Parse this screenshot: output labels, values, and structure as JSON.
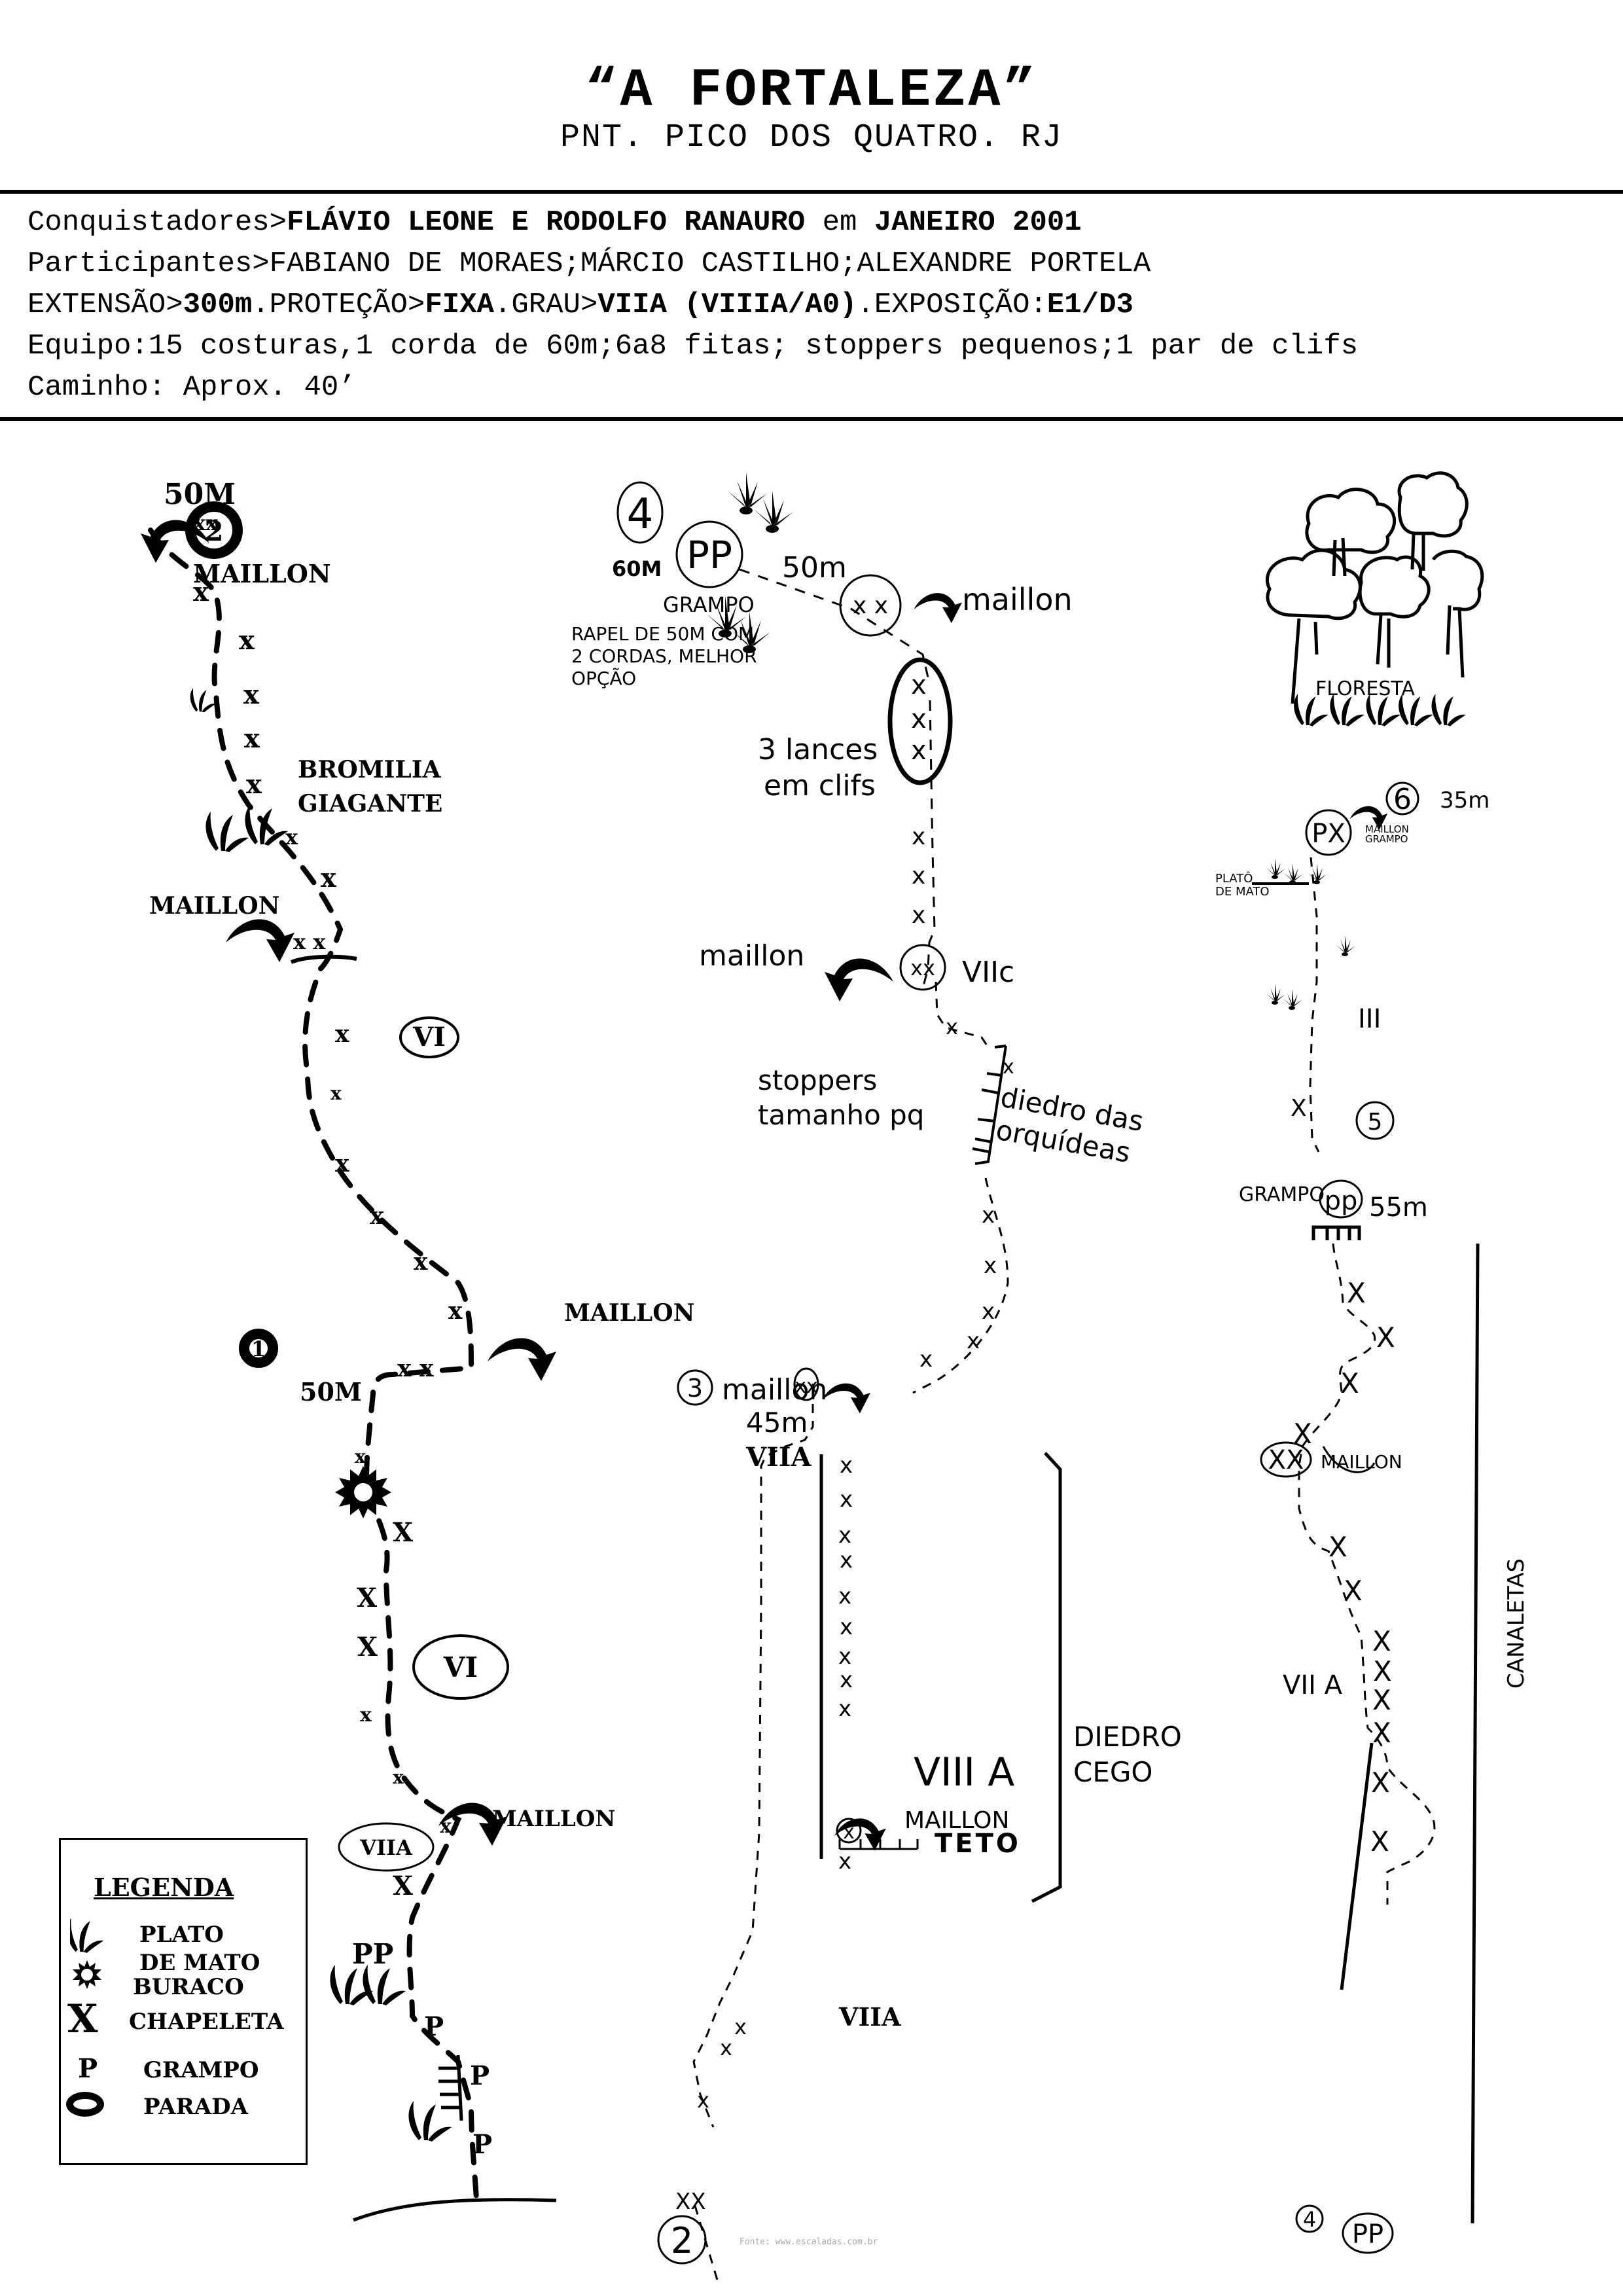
{
  "header": {
    "title": "“A FORTALEZA”",
    "subtitle": "PNT. PICO DOS QUATRO. RJ"
  },
  "info": {
    "conquistadores_label": "Conquistadores>",
    "conquistadores_value": "FLÁVIO LEONE E RODOLFO RANAURO",
    "conquistadores_em": " em ",
    "conquistadores_date": "JANEIRO 2001",
    "participantes_label": "Participantes>",
    "participantes_value": "FABIANO DE MORAES;MÁRCIO CASTILHO;ALEXANDRE PORTELA",
    "extensao_label": "EXTENSÃO>",
    "extensao_value": "300m",
    "protecao_label": ".PROTEÇÃO>",
    "protecao_value": "FIXA",
    "grau_label": ".GRAU>",
    "grau_value": "VIIA",
    "grau_extra": " (VIIIA/A0)",
    "exposicao_label": ".EXPOSIÇÃO:",
    "exposicao_value": "E1/D3",
    "equipo": "Equipo:15 costuras,1 corda de 60m;6a8 fitas; stoppers pequenos;1 par de clifs",
    "caminho": "Caminho: Aprox. 40’"
  },
  "column1": {
    "top_length": "50M",
    "stop2_number": "2",
    "maillon_top": "MAILLON",
    "bromelia_line1": "BROMILIA",
    "bromelia_line2": "GIAGANTE",
    "maillon_mid": "MAILLON",
    "grade_upper": "VI",
    "maillon_stop1": "MAILLON",
    "stop1_number": "1",
    "stop1_length": "50M",
    "grade_lower": "VI",
    "grade_viia": "VIIA",
    "maillon_low": "MAILLON",
    "pp_label": "PP",
    "p_labels": [
      "P",
      "P",
      "P"
    ]
  },
  "legend": {
    "title": "LEGENDA",
    "items": [
      {
        "icon": "plant-icon",
        "label_line1": "PLATO",
        "label_line2": "DE MATO"
      },
      {
        "icon": "hole-icon",
        "label_line1": "BURACO"
      },
      {
        "icon": "bolt-x-icon",
        "label_line1": "CHAPELETA"
      },
      {
        "icon": "p-icon",
        "symbol": "P",
        "label_line1": "GRAMPO"
      },
      {
        "icon": "ring-icon",
        "label_line1": "PARADA"
      }
    ]
  },
  "column2": {
    "stop4_number": "4",
    "stop4_length": "60M",
    "pp_label": "PP",
    "grampo": "GRAMPO",
    "rappel_note": [
      "RAPEL DE 50M COM",
      "2 CORDAS, MELHOR",
      "OPÇÃO"
    ],
    "top_length": "50m",
    "maillon_top": "maillon",
    "clifs_line1": "3 lances",
    "clifs_line2": "em clifs",
    "maillon_mid": "maillon",
    "grade_viic": "VIIc",
    "stoppers_line1": "stoppers",
    "stoppers_line2": "tamanho pq",
    "diedro_line1": "diedro das",
    "diedro_line2": "orquídeas",
    "stop3_number": "3",
    "stop3_maillon": "maillon",
    "stop3_length": "45m",
    "grade_viia_top": "VIIA",
    "grade_viiia": "VIII A",
    "diedro_cego_line1": "DIEDRO",
    "diedro_cego_line2": "CEGO",
    "maillon_teto": "MAILLON",
    "teto": "TETO",
    "grade_viia_bottom": "VIIA",
    "bottom_xx": "XX",
    "stop2_number": "2"
  },
  "column3": {
    "floresta": "FLORESTA",
    "px_label": "PX",
    "maillon_grampo_line1": "MAILLON",
    "maillon_grampo_line2": "GRAMPO",
    "stop6_number": "6",
    "stop6_length": "35m",
    "plato_line1": "PLATÔ",
    "plato_line2": "DE MATO",
    "grade_iii": "III",
    "grampo": "GRAMPO",
    "pp_label": "pp",
    "stop5_number": "5",
    "stop5_length": "55m",
    "xx_label": "XX",
    "maillon": "MAILLON",
    "canaletas": "CANALETAS",
    "grade_viia": "VII A",
    "stop4_number": "4",
    "bottom_pp": "PP"
  },
  "watermark": "Fonte: www.escaladas.com.br"
}
